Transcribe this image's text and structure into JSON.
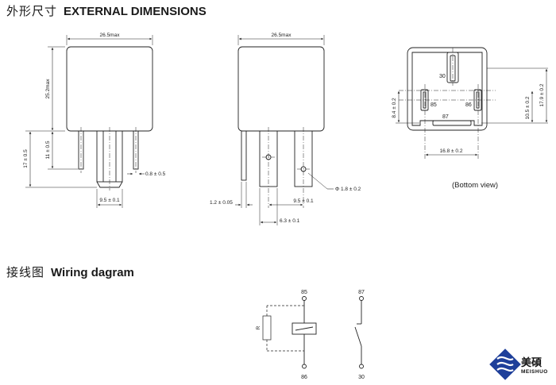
{
  "headings": {
    "dimensions_cn": "外形尺寸",
    "dimensions_en": "EXTERNAL DIMENSIONS",
    "wiring_cn": "接线图",
    "wiring_en": "Wiring dagram"
  },
  "front_view": {
    "width": "26.5max",
    "height": "25.2max",
    "pin_length_outer": "17 ± 0.5",
    "pin_length_inner": "11 ± 0.5",
    "pin_thickness": "0.8 ± 0.5",
    "pin_pitch": "9.5 ± 0.1"
  },
  "side_view": {
    "width": "26.5max",
    "hole": "Φ 1.8 ± 0.2",
    "pin_pitch": "9.5 ± 0.1",
    "terminal_thickness": "1.2 ± 0.05",
    "terminal_width": "6.3 ± 0.1"
  },
  "bottom_view": {
    "pins": [
      "30",
      "85",
      "86",
      "87"
    ],
    "dim_vertical_small": "8.4 ± 0.2",
    "dim_vertical_mid": "10.5 ± 0.2",
    "dim_vertical_large": "17.9 ± 0.2",
    "dim_horizontal": "16.8 ± 0.2",
    "caption": "(Bottom view)"
  },
  "wiring": {
    "coil_top": "85",
    "coil_bottom": "86",
    "contact_top": "87",
    "contact_bottom": "30",
    "resistor_symbol": "R"
  },
  "logo": {
    "name_cn": "美碩",
    "name_en": "MEISHUO"
  }
}
